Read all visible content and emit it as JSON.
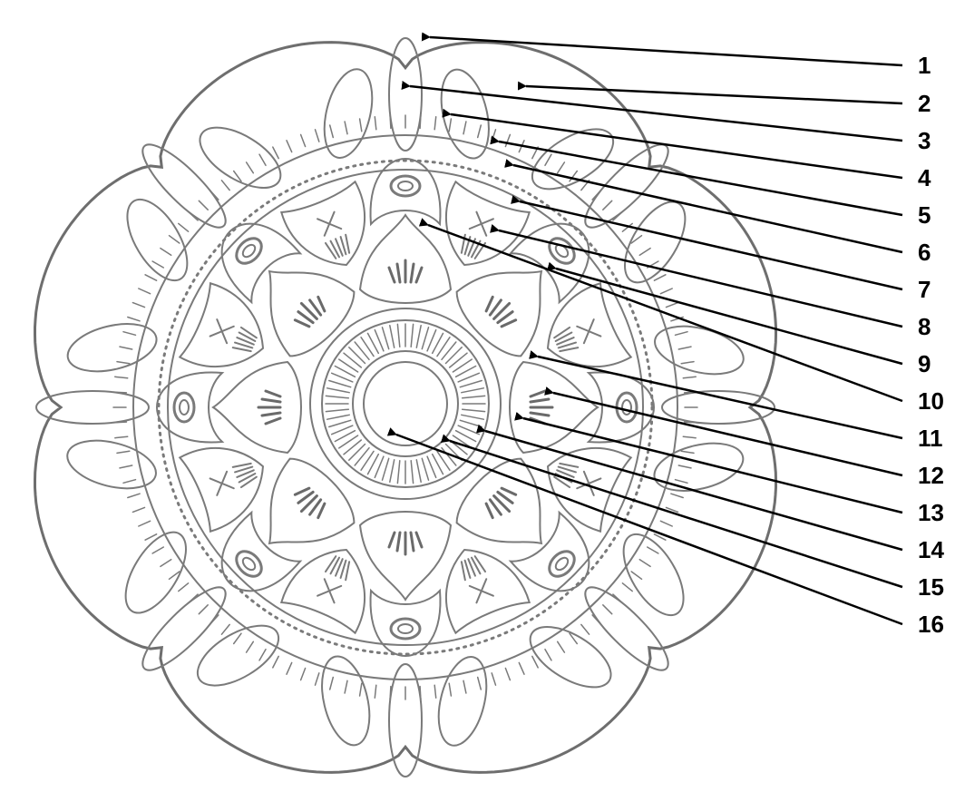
{
  "diagram": {
    "labels": [
      "1",
      "2",
      "3",
      "4",
      "5",
      "6",
      "7",
      "8",
      "9",
      "10",
      "11",
      "12",
      "13",
      "14",
      "15",
      "16"
    ]
  },
  "colors": {
    "line": "#7a7a7a",
    "line_dark": "#6e6e6e",
    "arrow": "#000000",
    "background": "#ffffff"
  }
}
